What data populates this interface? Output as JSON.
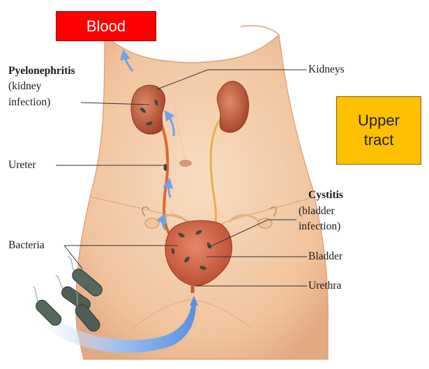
{
  "boxes": {
    "blood": {
      "text": "Blood",
      "color": "#ff0000"
    },
    "upper_tract": {
      "line1": "Upper",
      "line2": "tract",
      "color": "#ffc000"
    }
  },
  "labels": {
    "pyelonephritis": "Pyelonephritis",
    "kidney_infection_1": "(kidney",
    "kidney_infection_2": "infection)",
    "ureter": "Ureter",
    "bacteria": "Bacteria",
    "kidneys": "Kidneys",
    "cystitis": "Cystitis",
    "bladder_infection_1": "(bladder",
    "bladder_infection_2": "infection)",
    "bladder": "Bladder",
    "urethra": "Urethra"
  },
  "colors": {
    "skin": "#f2c9a4",
    "kidney": "#c45a3b",
    "bladder": "#d4664a",
    "ureter": "#e9b04a",
    "infected_ureter": "#e0672d",
    "bacteria": "#4a5a50",
    "arrow": "#6fa3e8"
  }
}
